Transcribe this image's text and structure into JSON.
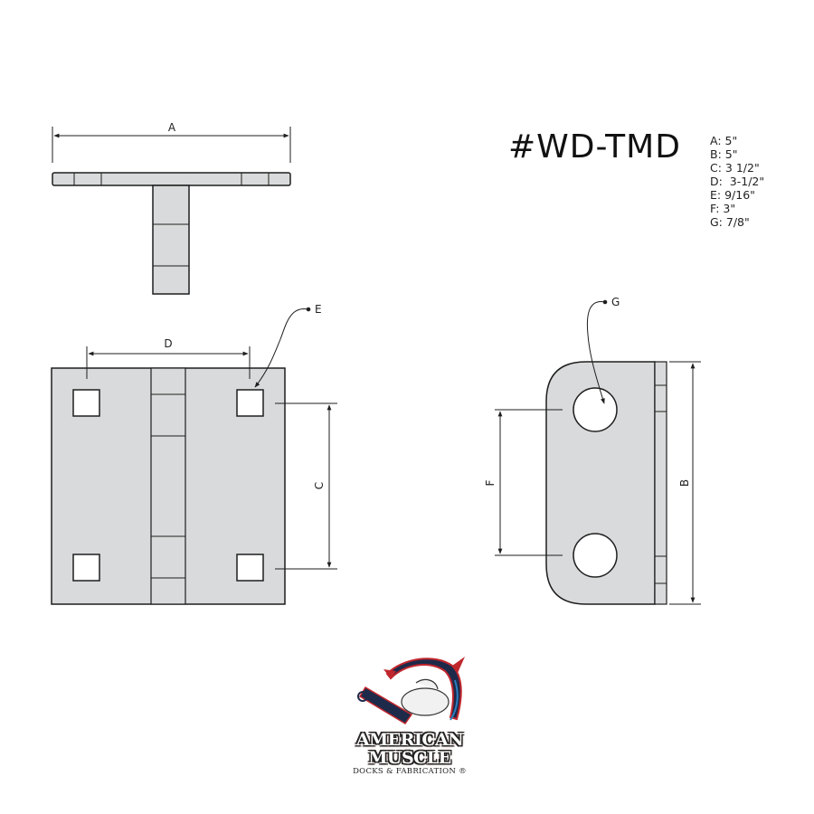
{
  "drawing": {
    "part_number": "#WD-TMD",
    "specs": [
      {
        "label": "A",
        "value": "5\""
      },
      {
        "label": "B",
        "value": "5\""
      },
      {
        "label": "C",
        "value": "3 1/2\""
      },
      {
        "label": "D",
        "value": "3-1/2\""
      },
      {
        "label": "E",
        "value": "9/16\""
      },
      {
        "label": "F",
        "value": "3\""
      },
      {
        "label": "G",
        "value": "7/8\""
      }
    ],
    "spec_lines": [
      "A: 5\"",
      "B: 5\"",
      "C: 3 1/2\"",
      "D:  3-1/2\"",
      "E: 9/16\"",
      "F: 3\"",
      "G: 7/8\""
    ],
    "dimension_labels": {
      "A": "A",
      "B": "B",
      "C": "C",
      "D": "D",
      "E": "E",
      "F": "F",
      "G": "G"
    },
    "views": [
      "top-view",
      "front-view",
      "side-view"
    ]
  },
  "colors": {
    "part_fill": "#d9dadb",
    "outline": "#1e1e1e",
    "background": "#ffffff",
    "logo_red": "#c0272d",
    "logo_blue": "#2a7fc1"
  },
  "logo": {
    "line1": "AMERICAN",
    "line2": "MUSCLE",
    "line3": "DOCKS & FABRICATION",
    "registered": "®"
  }
}
